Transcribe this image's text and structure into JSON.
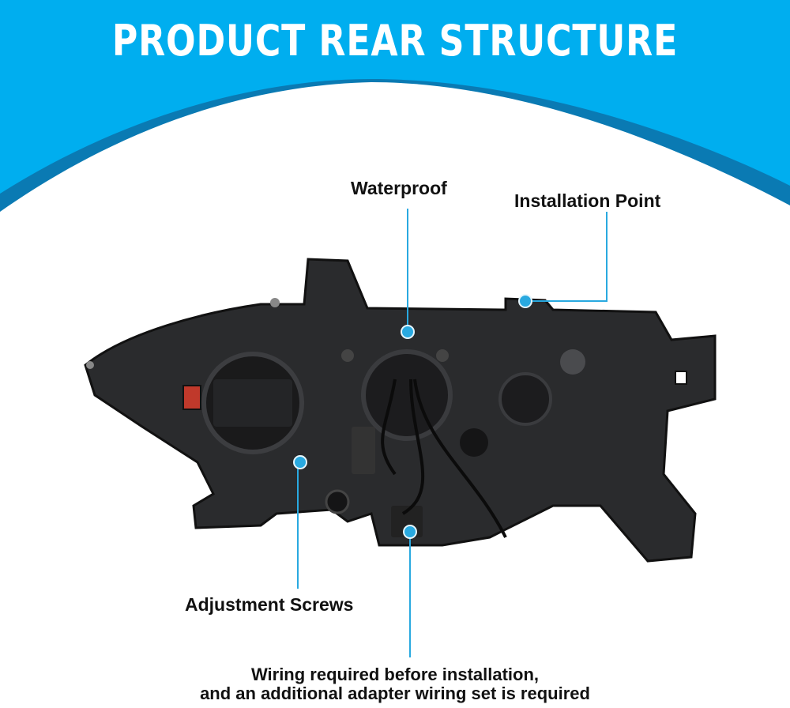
{
  "header": {
    "title": "PRODUCT REAR STRUCTURE"
  },
  "callouts": {
    "waterproof": "Waterproof",
    "installation_point": "Installation Point",
    "adjustment_screws": "Adjustment Screws"
  },
  "note": {
    "line1": "Wiring required before installation,",
    "line2": "and an additional adapter wiring set is required"
  },
  "colors": {
    "brand_blue": "#00aeef",
    "dark_blue": "#0a7ab3",
    "callout": "#29a9e0"
  }
}
